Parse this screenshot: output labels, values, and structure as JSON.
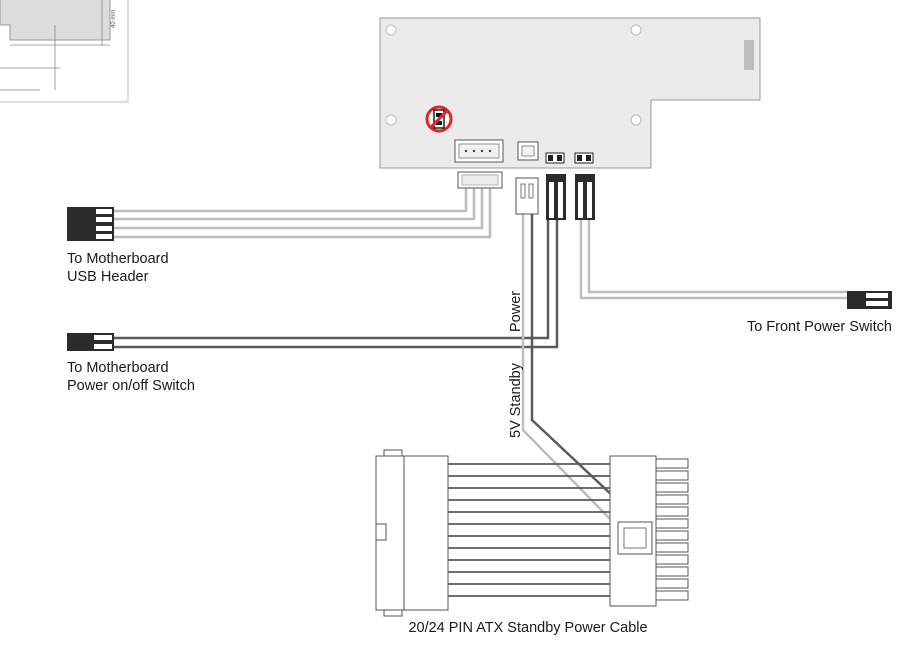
{
  "labels": {
    "usb_line1": "To Motherboard",
    "usb_line2": "USB Header",
    "power_switch_line1": "To Motherboard",
    "power_switch_line2": "Power on/off Switch",
    "front_power": "To Front Power Switch",
    "power": "Power",
    "standby": "5V Standby",
    "atx_cable": "20/24 PIN ATX Standby Power Cable",
    "dimension": "40 mm"
  },
  "icons": {
    "no_jumper": "no-jumper-prohibited-icon"
  },
  "colors": {
    "board": "#ebebeb",
    "board_outline": "#9a9a9a",
    "wire_light": "#bdbdbd",
    "wire_dark": "#5a5a5a",
    "prohibited": "#e0262b",
    "connector": "#2b2b2b"
  }
}
